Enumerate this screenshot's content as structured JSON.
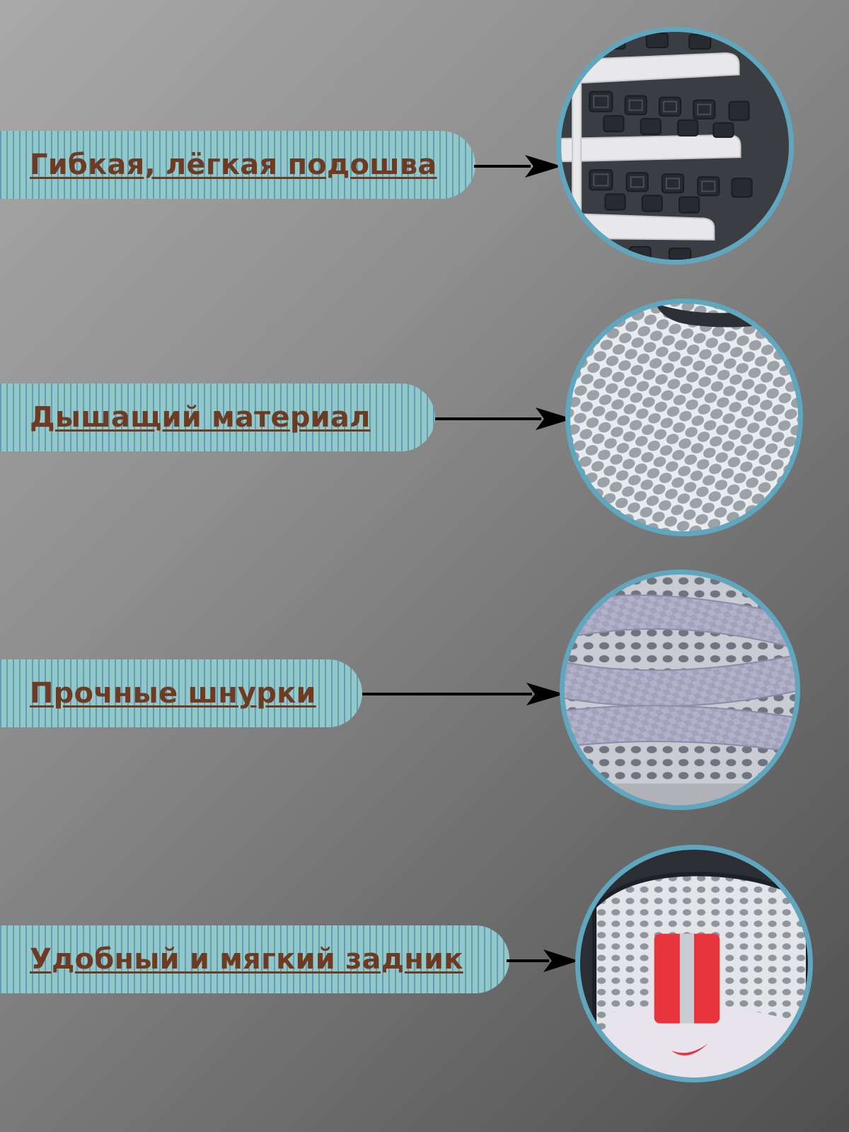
{
  "features": [
    {
      "label": "Гибкая, лёгкая подошва",
      "detail_icon": "sole-tread-icon"
    },
    {
      "label": "Дышащий материал",
      "detail_icon": "mesh-fabric-icon"
    },
    {
      "label": "Прочные шнурки",
      "detail_icon": "laces-icon"
    },
    {
      "label": "Удобный и мягкий задник",
      "detail_icon": "heel-tab-icon"
    }
  ],
  "colors": {
    "pill": "#92c8c7",
    "pill_stripe": "#3c78aa",
    "text": "#6e3b22",
    "circle_border": "#5fa6bf",
    "arrow": "#000000"
  }
}
